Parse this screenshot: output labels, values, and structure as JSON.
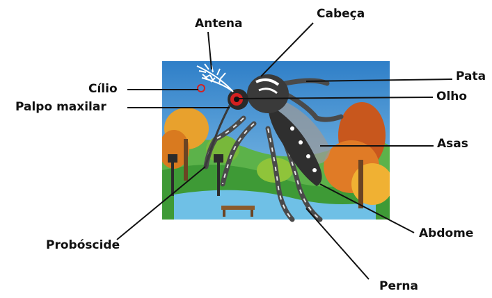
{
  "labels": {
    "antena": "Antena",
    "cabeca": "Cabeça",
    "pata": "Pata",
    "cilio": "Cílio",
    "olho": "Olho",
    "palpo": "Palpo maxilar",
    "asas": "Asas",
    "proboscide": "Probóscide",
    "abdome": "Abdome",
    "perna": "Perna"
  },
  "colors": {
    "line": "#111111",
    "sky": "#3f8ed1",
    "grass": "#49a63b",
    "foliage_orange": "#e28b2b",
    "mosquito_body": "#3a3a3a",
    "eye": "#d42020"
  }
}
